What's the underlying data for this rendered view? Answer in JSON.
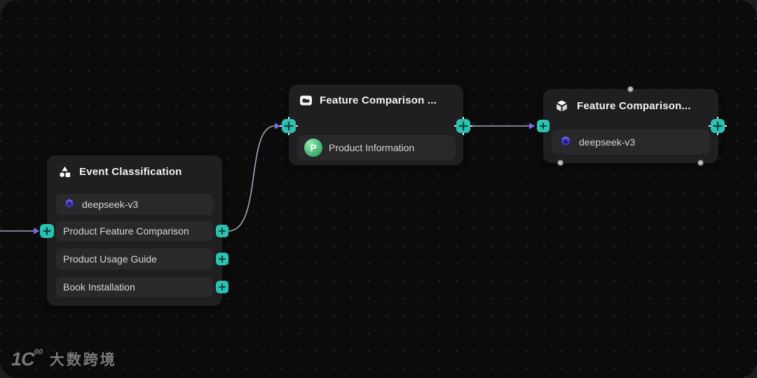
{
  "canvas": {
    "background": "#0b0b0b",
    "dot_color": "#222223",
    "outer_background": "#1d1d1d"
  },
  "colors": {
    "node_background": "#1f1f21",
    "row_background": "#29292c",
    "handle_teal": "#2cc2b0",
    "edge_line": "#a7a3b5",
    "edge_arrow": "#7a68e8",
    "title_text": "#f3f3f4",
    "row_text": "#d6d6d8",
    "badge_green": "#37a767",
    "deepseek_purple": "#594df2"
  },
  "nodes": {
    "event_classification": {
      "title": "Event Classification",
      "icon": "classifier-shapes-icon",
      "model": {
        "icon": "deepseek-icon",
        "label": "deepseek-v3"
      },
      "classes": [
        {
          "label": "Product Feature Comparison"
        },
        {
          "label": "Product Usage Guide"
        },
        {
          "label": "Book Installation"
        }
      ]
    },
    "feature_comparison_retrieval": {
      "title": "Feature Comparison ...",
      "icon": "knowledge-folder-icon",
      "item": {
        "badge_letter": "P",
        "label": "Product Information"
      }
    },
    "feature_comparison_cube": {
      "title": "Feature Comparison...",
      "icon": "cube-icon",
      "selected": true,
      "model": {
        "icon": "deepseek-icon",
        "label": "deepseek-v3"
      }
    }
  },
  "watermark": {
    "logo_text": "1C",
    "logo_sup": "00",
    "brand": "大数跨境"
  }
}
